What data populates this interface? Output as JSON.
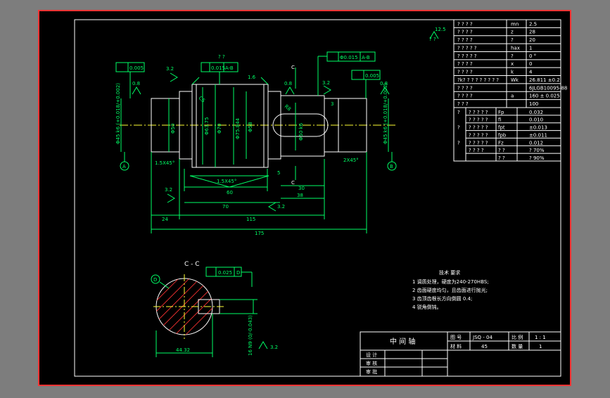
{
  "drawing": {
    "surface_reading": "12.5",
    "surface_reading_prefix": "? ?",
    "spec_table": [
      {
        "label": "? ? ? ?",
        "symbol": "mn",
        "value": "2.5"
      },
      {
        "label": "? ? ? ?",
        "symbol": "z",
        "value": "28"
      },
      {
        "label": "? ? ? ?",
        "symbol": "?",
        "value": "20"
      },
      {
        "label": "? ? ? ? ?",
        "symbol": "hax",
        "value": "1"
      },
      {
        "label": "? ? ? ? ?",
        "symbol": "?",
        "value": "0 °"
      },
      {
        "label": "? ? ? ?",
        "symbol": "x",
        "value": "0"
      },
      {
        "label": "? ? ? ?",
        "symbol": "k",
        "value": "4"
      },
      {
        "label": "?k? ? ? ? ? ? ? ? ?",
        "symbol": "Wk",
        "value": "26.811 ±0.2"
      },
      {
        "label": "? ? ? ?",
        "symbol": "",
        "value": "6JLGB10095-88"
      },
      {
        "label": "? ? ? ?",
        "symbol": "a",
        "value": "160 ± 0.025"
      },
      {
        "label": "? ? ?",
        "symbol": "",
        "value": "100"
      }
    ],
    "tolerance_table": [
      {
        "group": "?",
        "label": "? ? ? ? ?",
        "symbol": "Fp",
        "value": "0.032"
      },
      {
        "group": "",
        "label": "? ? ? ? ?",
        "symbol": "fi",
        "value": "0.010"
      },
      {
        "group": "?",
        "label": "? ? ? ? ?",
        "symbol": "fpt",
        "value": "±0.013"
      },
      {
        "group": "",
        "label": "? ? ? ? ?",
        "symbol": "fpb",
        "value": "±0.011"
      },
      {
        "group": "?",
        "label": "? ? ? ? ?",
        "symbol": "Fz",
        "value": "0.012"
      },
      {
        "group": "",
        "label": "? ? ? ?",
        "symbol": "? ?",
        "value": "? 70%"
      },
      {
        "group": "",
        "label": "",
        "symbol": "? ?",
        "value": "? 90%"
      }
    ],
    "callouts": {
      "flat_tol_left": "0.005",
      "flat_tol_right": "0.005",
      "runout_tol": "0.015",
      "runout_ref": "A-B",
      "position_tol": "Φ0.015",
      "position_ref": "A-B",
      "sym_tol": "0.025",
      "sym_ref": "D",
      "rough_08_a": "0.8",
      "rough_08_b": "0.8",
      "rough_08_c": "0.8",
      "rough_16": "1.6",
      "rough_32_a": "3.2",
      "rough_32_b": "3.2",
      "rough_32_c": "3.2",
      "rough_32_d": "3.2",
      "rough_32_e": "3.2",
      "top_question": "? ?",
      "section_c_top": "C",
      "section_c_bot": "C",
      "datum_a": "A",
      "datum_b": "B",
      "datum_d": "D"
    },
    "dims": {
      "d45_left": "Φ45 k6 (+0.018/+0.002)",
      "d50_left": "Φ50",
      "d63": "Φ63.75",
      "d70": "Φ70",
      "d75": "Φ75.844",
      "d58": "Φ58",
      "d50_right": "Φ50 k6",
      "d45_right": "Φ45 k6 (+0.018/+0.002)",
      "chamfer_left": "1.5X45°",
      "chamfer_mid": "1.5X45°",
      "chamfer_right": "2X45°",
      "dim_60": "60",
      "dim_70": "70",
      "dim_24": "24",
      "dim_115": "115",
      "dim_175": "175",
      "dim_38": "38",
      "dim_30": "30",
      "dim_5": "5",
      "dim_3": "3",
      "dim_r8": "R8",
      "dim_c5": "C5",
      "dim_44": "44.32",
      "dim_16": "16 N9 (0/-0.043)"
    },
    "section_title": "C - C",
    "notes_title": "技术 要求",
    "notes": [
      "1   调质处理，硬度为240-270HBS;",
      "2   齿面硬度均匀，且齿面进行抛光;",
      "3   齿顶齿根长方向倒圆  0.4;",
      "4   锐角倒钝。"
    ],
    "title_block": {
      "part_name": "中   间   轴",
      "drawing_no_label": "图 号",
      "drawing_no": "JSQ - 04",
      "scale_label": "比 例",
      "scale": "1 : 1",
      "material_label": "材 料",
      "material": "45",
      "qty_label": "数 量",
      "qty": "1",
      "row1": "设 计",
      "row2": "审 核",
      "row3": "审 批"
    }
  }
}
